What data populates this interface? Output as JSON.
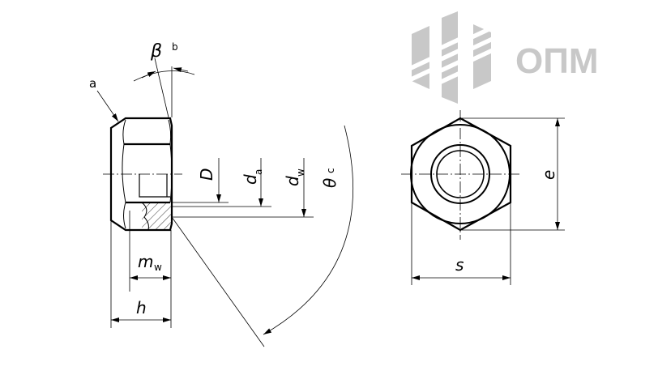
{
  "labels": {
    "a": "a",
    "beta": "β",
    "beta_note": "b",
    "D": "D",
    "d": "d",
    "da_sub": "a",
    "dw_sub": "w",
    "theta": "θ",
    "theta_note": "c",
    "m": "m",
    "mw_sub": "w",
    "h": "h",
    "e": "e",
    "s": "s"
  },
  "logo": {
    "text": "ОПМ",
    "color": "#c8c8c8"
  }
}
